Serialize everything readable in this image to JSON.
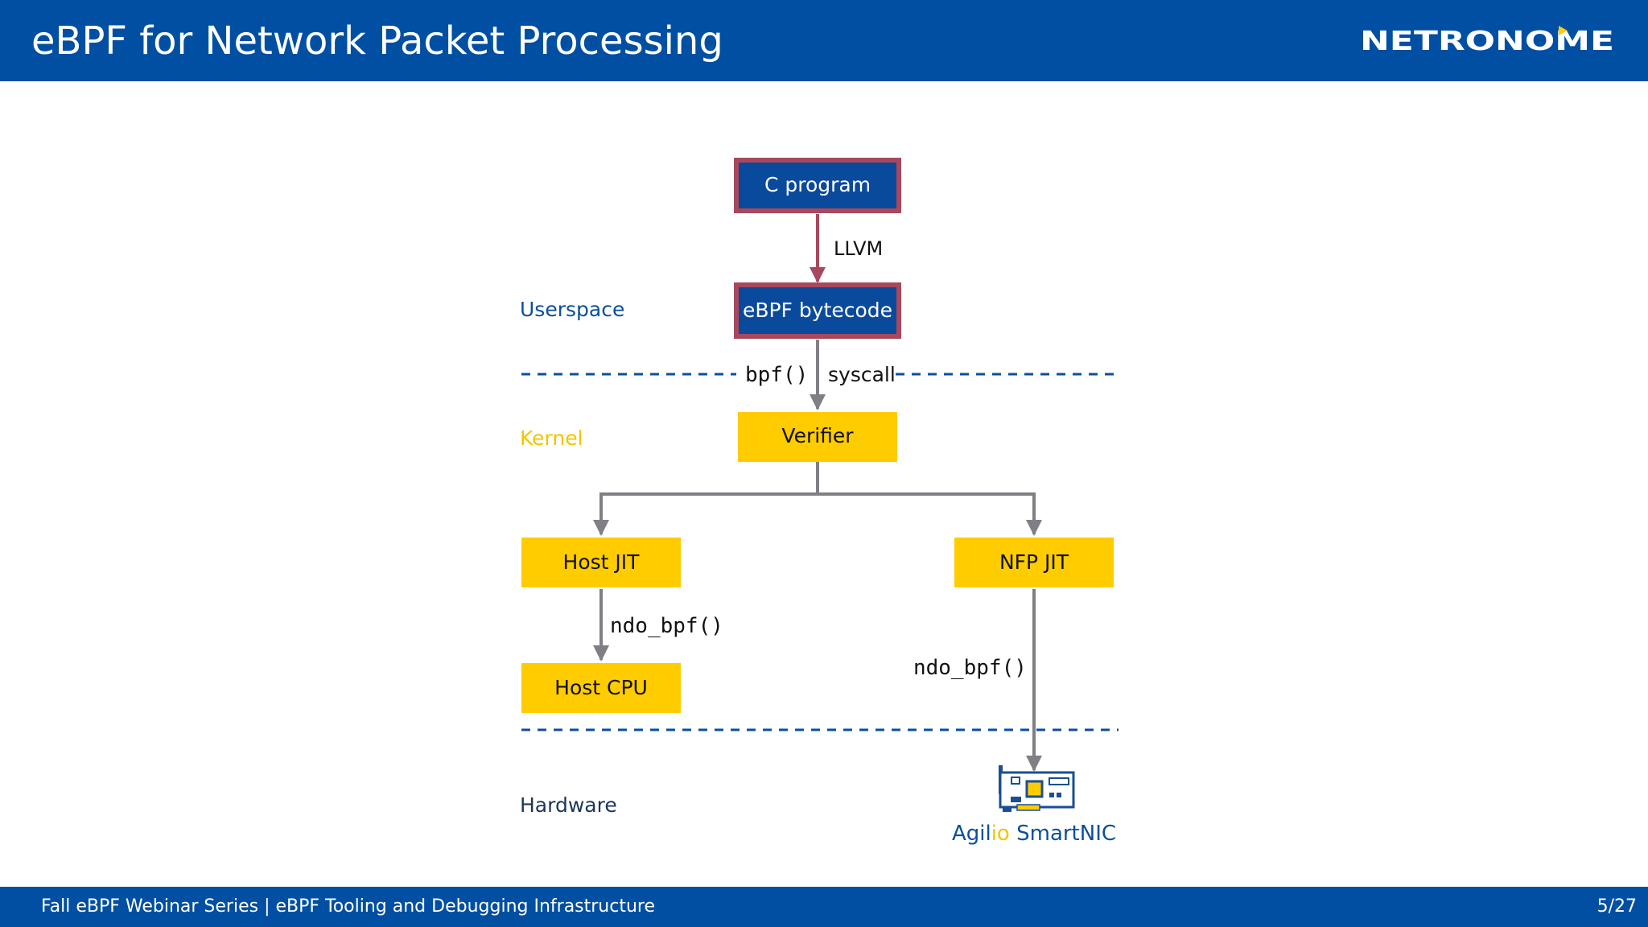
{
  "header": {
    "title": "eBPF for Network Packet Processing",
    "logo_text": "NETRONOME"
  },
  "footer": {
    "series": "Fall eBPF Webinar Series | eBPF Tooling and Debugging Infrastructure",
    "page": "5/27"
  },
  "diagram": {
    "layers": {
      "userspace": "Userspace",
      "kernel": "Kernel",
      "hardware": "Hardware"
    },
    "boxes": {
      "c_program": "C program",
      "ebpf_bytecode": "eBPF bytecode",
      "verifier": "Verifier",
      "host_jit": "Host JIT",
      "nfp_jit": "NFP JIT",
      "host_cpu": "Host CPU"
    },
    "edges": {
      "llvm": "LLVM",
      "bpf_call": "bpf()",
      "syscall": "syscall",
      "ndo_bpf_host": "ndo_bpf()",
      "ndo_bpf_nfp": "ndo_bpf()"
    },
    "smartnic": {
      "part1": "Agil",
      "part2": "io",
      "part3": " SmartNIC"
    }
  },
  "colors": {
    "brand_blue": "#004fa3",
    "box_blue": "#0a4a9c",
    "box_border_red": "#a8485d",
    "box_yellow": "#ffcc00",
    "arrow_grey": "#7f7f85",
    "label_blue": "#0b4f9c",
    "label_yellow": "#f4c400",
    "label_navy": "#1b365d"
  }
}
